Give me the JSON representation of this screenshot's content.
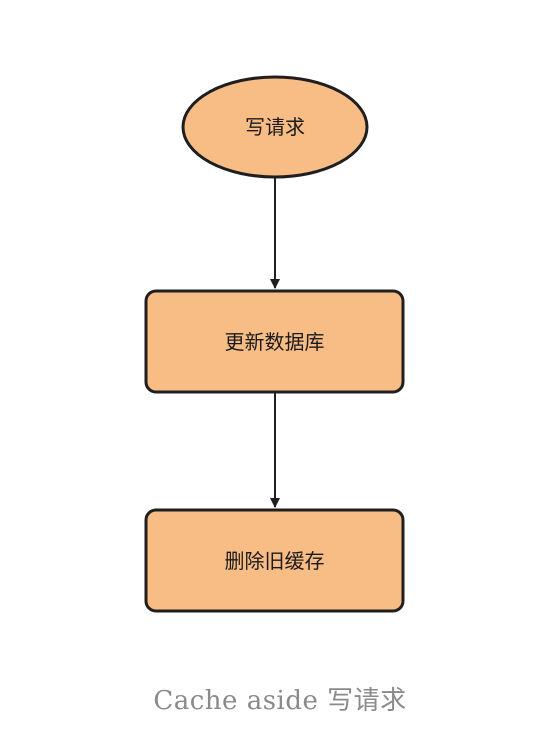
{
  "diagram": {
    "start": {
      "label": "写请求"
    },
    "steps": [
      {
        "label": "更新数据库"
      },
      {
        "label": "删除旧缓存"
      }
    ],
    "colors": {
      "node_fill": "#f7bd85",
      "node_stroke": "#1f1f1f",
      "arrow": "#1f1f1f"
    }
  },
  "caption": "Cache aside 写请求"
}
